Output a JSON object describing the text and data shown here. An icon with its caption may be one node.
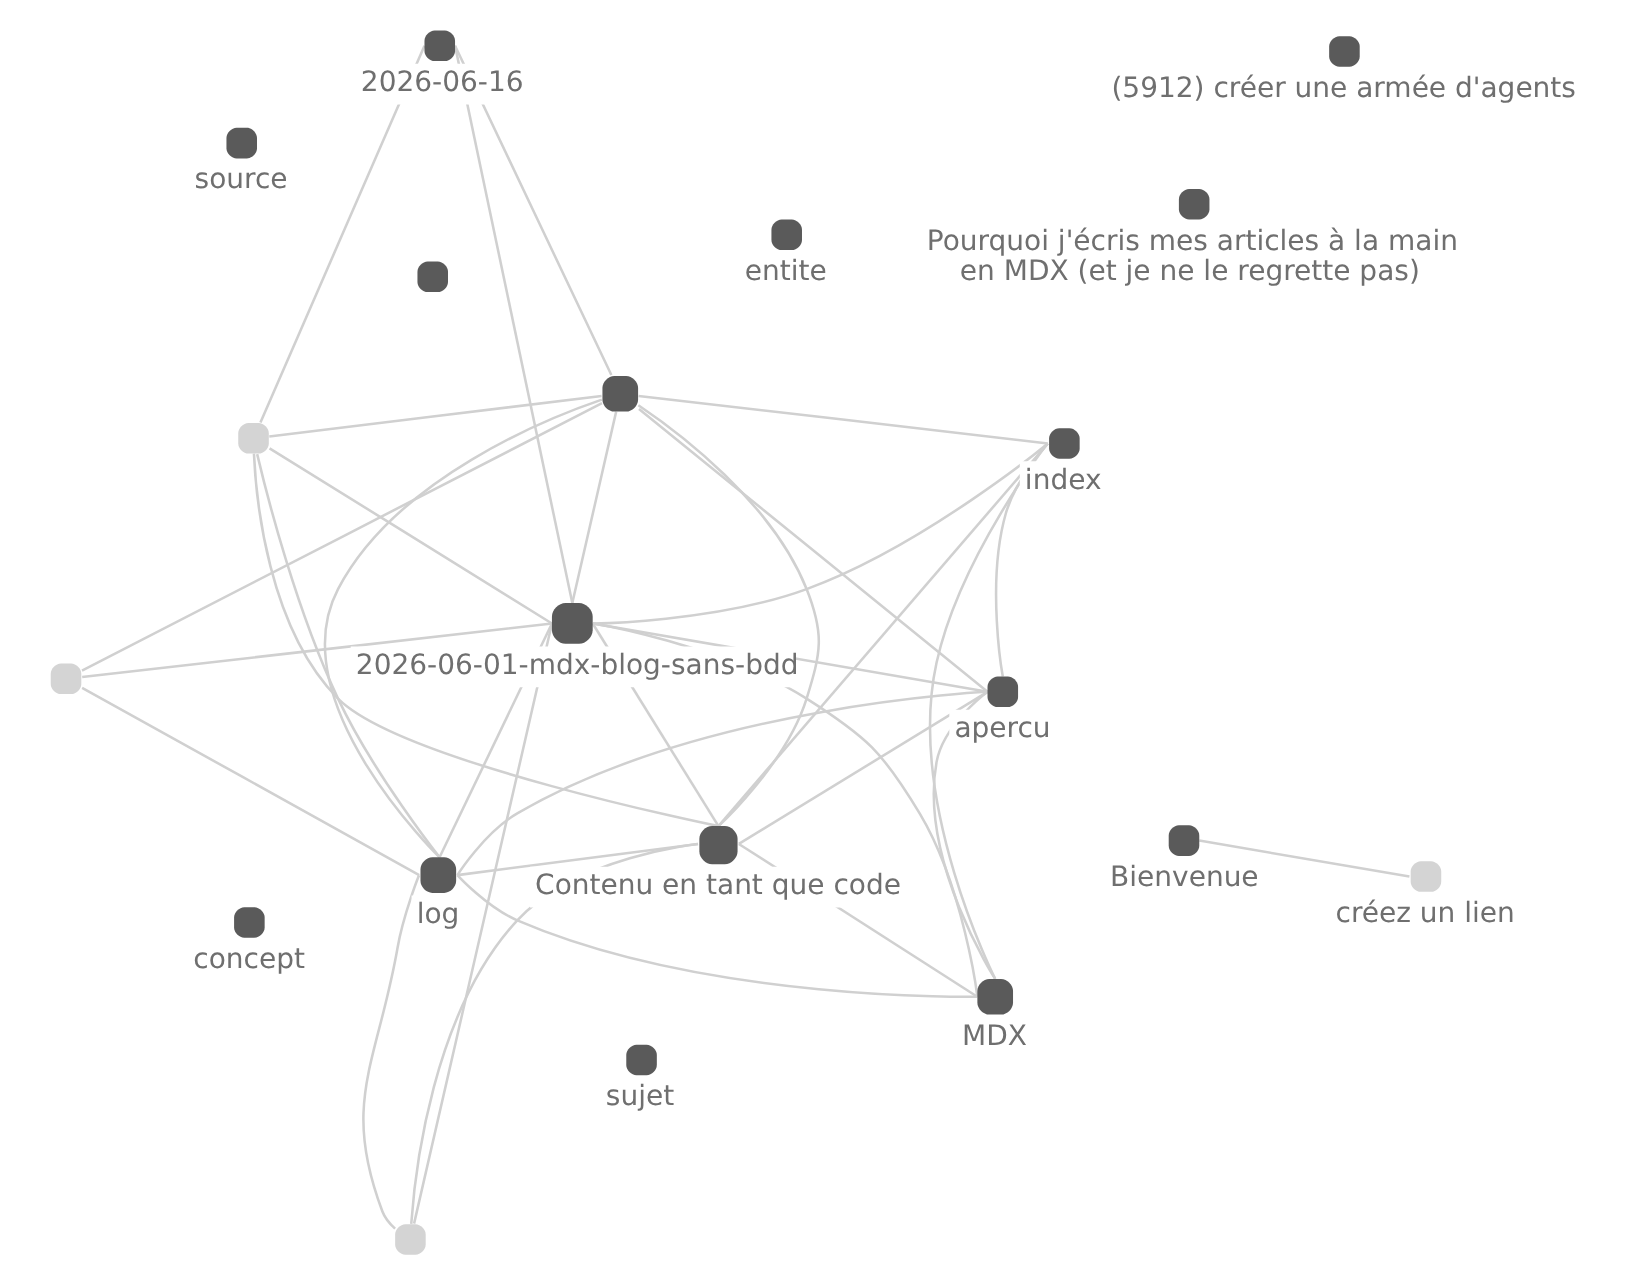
{
  "diagram": {
    "nodes": [
      {
        "text": [
          "entite"
        ]
      },
      {
        "text": [
          "sujet"
        ]
      },
      {
        "text": [
          "concept"
        ]
      },
      {
        "text": [
          "2026-06-01-mdx-blog-sans-bdd"
        ]
      },
      {
        "text": [
          "source"
        ]
      },
      {
        "text": [
          "Pourquoi j'écris mes articles à la main en MDX (et je ne le regrette pas)"
        ]
      },
      {
        "text": [
          "apercu"
        ]
      },
      {
        "text": [
          "Contenu en tant que code"
        ]
      },
      {
        "text": [
          "2026-06-16"
        ]
      },
      {
        "text": [
          "index"
        ]
      },
      {
        "text": [],
        "shape": "circle"
      },
      {
        "text": [
          "(5912) créer une armée d'agents"
        ]
      },
      {
        "text": [],
        "shape": "circle"
      },
      {
        "text": [],
        "shape": "circle"
      },
      {
        "text": [],
        "shape": "circle"
      },
      {
        "text": [
          "MDX"
        ]
      },
      {
        "text": [
          "Bienvenue"
        ]
      },
      {
        "text": [
          "log"
        ]
      },
      {
        "text": [],
        "shape": "circle"
      },
      {
        "text": [
          "créez un lien"
        ]
      }
    ],
    "edges": [
      {
        "from": 3,
        "to": 6,
        "arrow": "none"
      },
      {
        "from": 3,
        "to": 7,
        "arrow": "none"
      },
      {
        "from": 3,
        "to": 9,
        "arrow": "none"
      },
      {
        "from": 3,
        "to": 10,
        "arrow": "none"
      },
      {
        "from": 3,
        "to": 14,
        "arrow": "none"
      },
      {
        "from": 3,
        "to": 15,
        "arrow": "none"
      },
      {
        "from": 3,
        "to": 17,
        "arrow": "none"
      },
      {
        "from": 3,
        "to": 13,
        "arrow": "none"
      },
      {
        "from": 3,
        "to": 12,
        "arrow": "none"
      },
      {
        "from": 3,
        "to": 8,
        "arrow": "none"
      },
      {
        "from": 6,
        "to": 7,
        "arrow": "none"
      },
      {
        "from": 6,
        "to": 9,
        "arrow": "none"
      },
      {
        "from": 6,
        "to": 15,
        "arrow": "none"
      },
      {
        "from": 6,
        "to": 17,
        "arrow": "none"
      },
      {
        "from": 6,
        "to": 13,
        "arrow": "none"
      },
      {
        "from": 7,
        "to": 9,
        "arrow": "none"
      },
      {
        "from": 7,
        "to": 15,
        "arrow": "none"
      },
      {
        "from": 7,
        "to": 13,
        "arrow": "none"
      },
      {
        "from": 7,
        "to": 17,
        "arrow": "none"
      },
      {
        "from": 7,
        "to": 12,
        "arrow": "none"
      },
      {
        "from": 7,
        "to": 10,
        "arrow": "none"
      },
      {
        "from": 9,
        "to": 13,
        "arrow": "none"
      },
      {
        "from": 9,
        "to": 15,
        "arrow": "none"
      },
      {
        "from": 10,
        "to": 8,
        "arrow": "none"
      },
      {
        "from": 10,
        "to": 13,
        "arrow": "none"
      },
      {
        "from": 10,
        "to": 17,
        "arrow": "none"
      },
      {
        "from": 14,
        "to": 13,
        "arrow": "none"
      },
      {
        "from": 14,
        "to": 17,
        "arrow": "none"
      },
      {
        "from": 15,
        "to": 17,
        "arrow": "none"
      },
      {
        "from": 8,
        "to": 13,
        "arrow": "none"
      },
      {
        "from": 12,
        "to": 17,
        "arrow": "none"
      },
      {
        "from": 13,
        "to": 17,
        "arrow": "none"
      },
      {
        "from": 16,
        "to": 19,
        "arrow": "none"
      }
    ]
  }
}
